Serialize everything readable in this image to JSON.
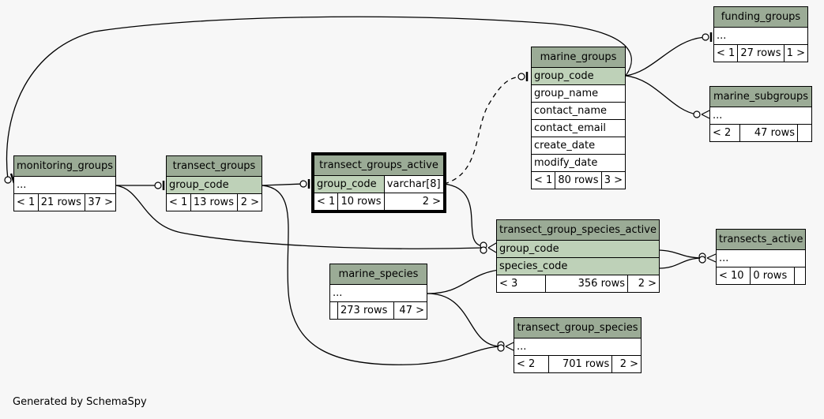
{
  "footer": "Generated by SchemaSpy",
  "tables": {
    "funding_groups": {
      "name": "funding_groups",
      "col": "...",
      "f1": "< 1",
      "f2": "27 rows",
      "f3": "1 >"
    },
    "marine_subgroups": {
      "name": "marine_subgroups",
      "col": "...",
      "f1": "< 2",
      "f2": "47 rows",
      "f3": ""
    },
    "marine_groups": {
      "name": "marine_groups",
      "cols": [
        "group_code",
        "group_name",
        "contact_name",
        "contact_email",
        "create_date",
        "modify_date"
      ],
      "f1": "< 1",
      "f2": "80 rows",
      "f3": "3 >"
    },
    "monitoring_groups": {
      "name": "monitoring_groups",
      "col": "...",
      "f1": "< 1",
      "f2": "21 rows",
      "f3": "37 >"
    },
    "transect_groups": {
      "name": "transect_groups",
      "col": "group_code",
      "f1": "< 1",
      "f2": "13 rows",
      "f3": "2 >"
    },
    "transect_groups_active": {
      "name": "transect_groups_active",
      "col": "group_code",
      "type": "varchar[8]",
      "f1": "< 1",
      "f2": "10 rows",
      "f3": "2 >"
    },
    "transect_group_species_active": {
      "name": "transect_group_species_active",
      "cols": [
        "group_code",
        "species_code"
      ],
      "f1": "< 3",
      "f2": "356 rows",
      "f3": "2 >"
    },
    "transects_active": {
      "name": "transects_active",
      "col": "...",
      "f1": "< 10",
      "f2": "0 rows",
      "f3": ""
    },
    "marine_species": {
      "name": "marine_species",
      "col": "...",
      "f1": "",
      "f2": "273 rows",
      "f3": "47 >"
    },
    "transect_group_species": {
      "name": "transect_group_species",
      "col": "...",
      "f1": "< 2",
      "f2": "701 rows",
      "f3": "2 >"
    }
  }
}
